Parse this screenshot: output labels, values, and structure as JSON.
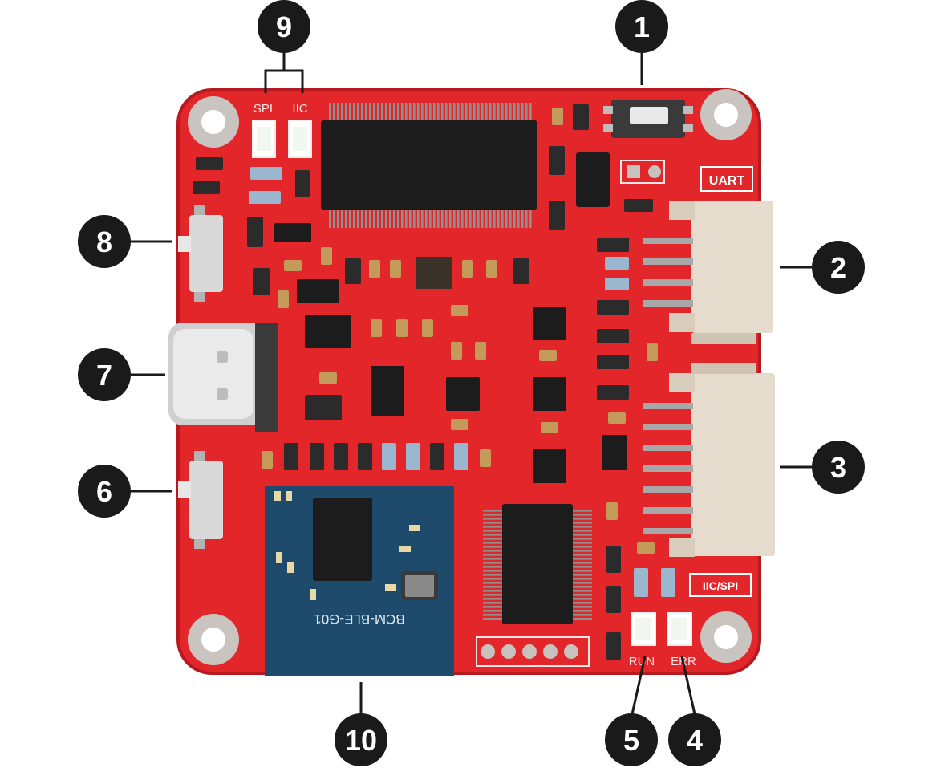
{
  "board": {
    "label_spi": "SPI",
    "label_iic": "IIC",
    "label_uart": "UART",
    "label_iic_spi": "IIC/SPI",
    "label_run": "RUN",
    "label_err": "ERR",
    "module_label": "BCM-BLE-G01",
    "colors": {
      "pcb": "#e3262a",
      "module": "#1e4a6b",
      "connector": "#e6dccd",
      "chip": "#1c1c1c",
      "callout": "#1a1a1a"
    }
  },
  "callouts": [
    {
      "number": "1",
      "points_to": "push button"
    },
    {
      "number": "2",
      "points_to": "UART connector"
    },
    {
      "number": "3",
      "points_to": "IIC/SPI connector"
    },
    {
      "number": "4",
      "points_to": "ERR LED"
    },
    {
      "number": "5",
      "points_to": "RUN LED"
    },
    {
      "number": "6",
      "points_to": "lower side switch"
    },
    {
      "number": "7",
      "points_to": "USB Type-C port"
    },
    {
      "number": "8",
      "points_to": "upper side switch"
    },
    {
      "number": "9",
      "points_to": "SPI / IIC LEDs"
    },
    {
      "number": "10",
      "points_to": "bluetooth module"
    }
  ]
}
